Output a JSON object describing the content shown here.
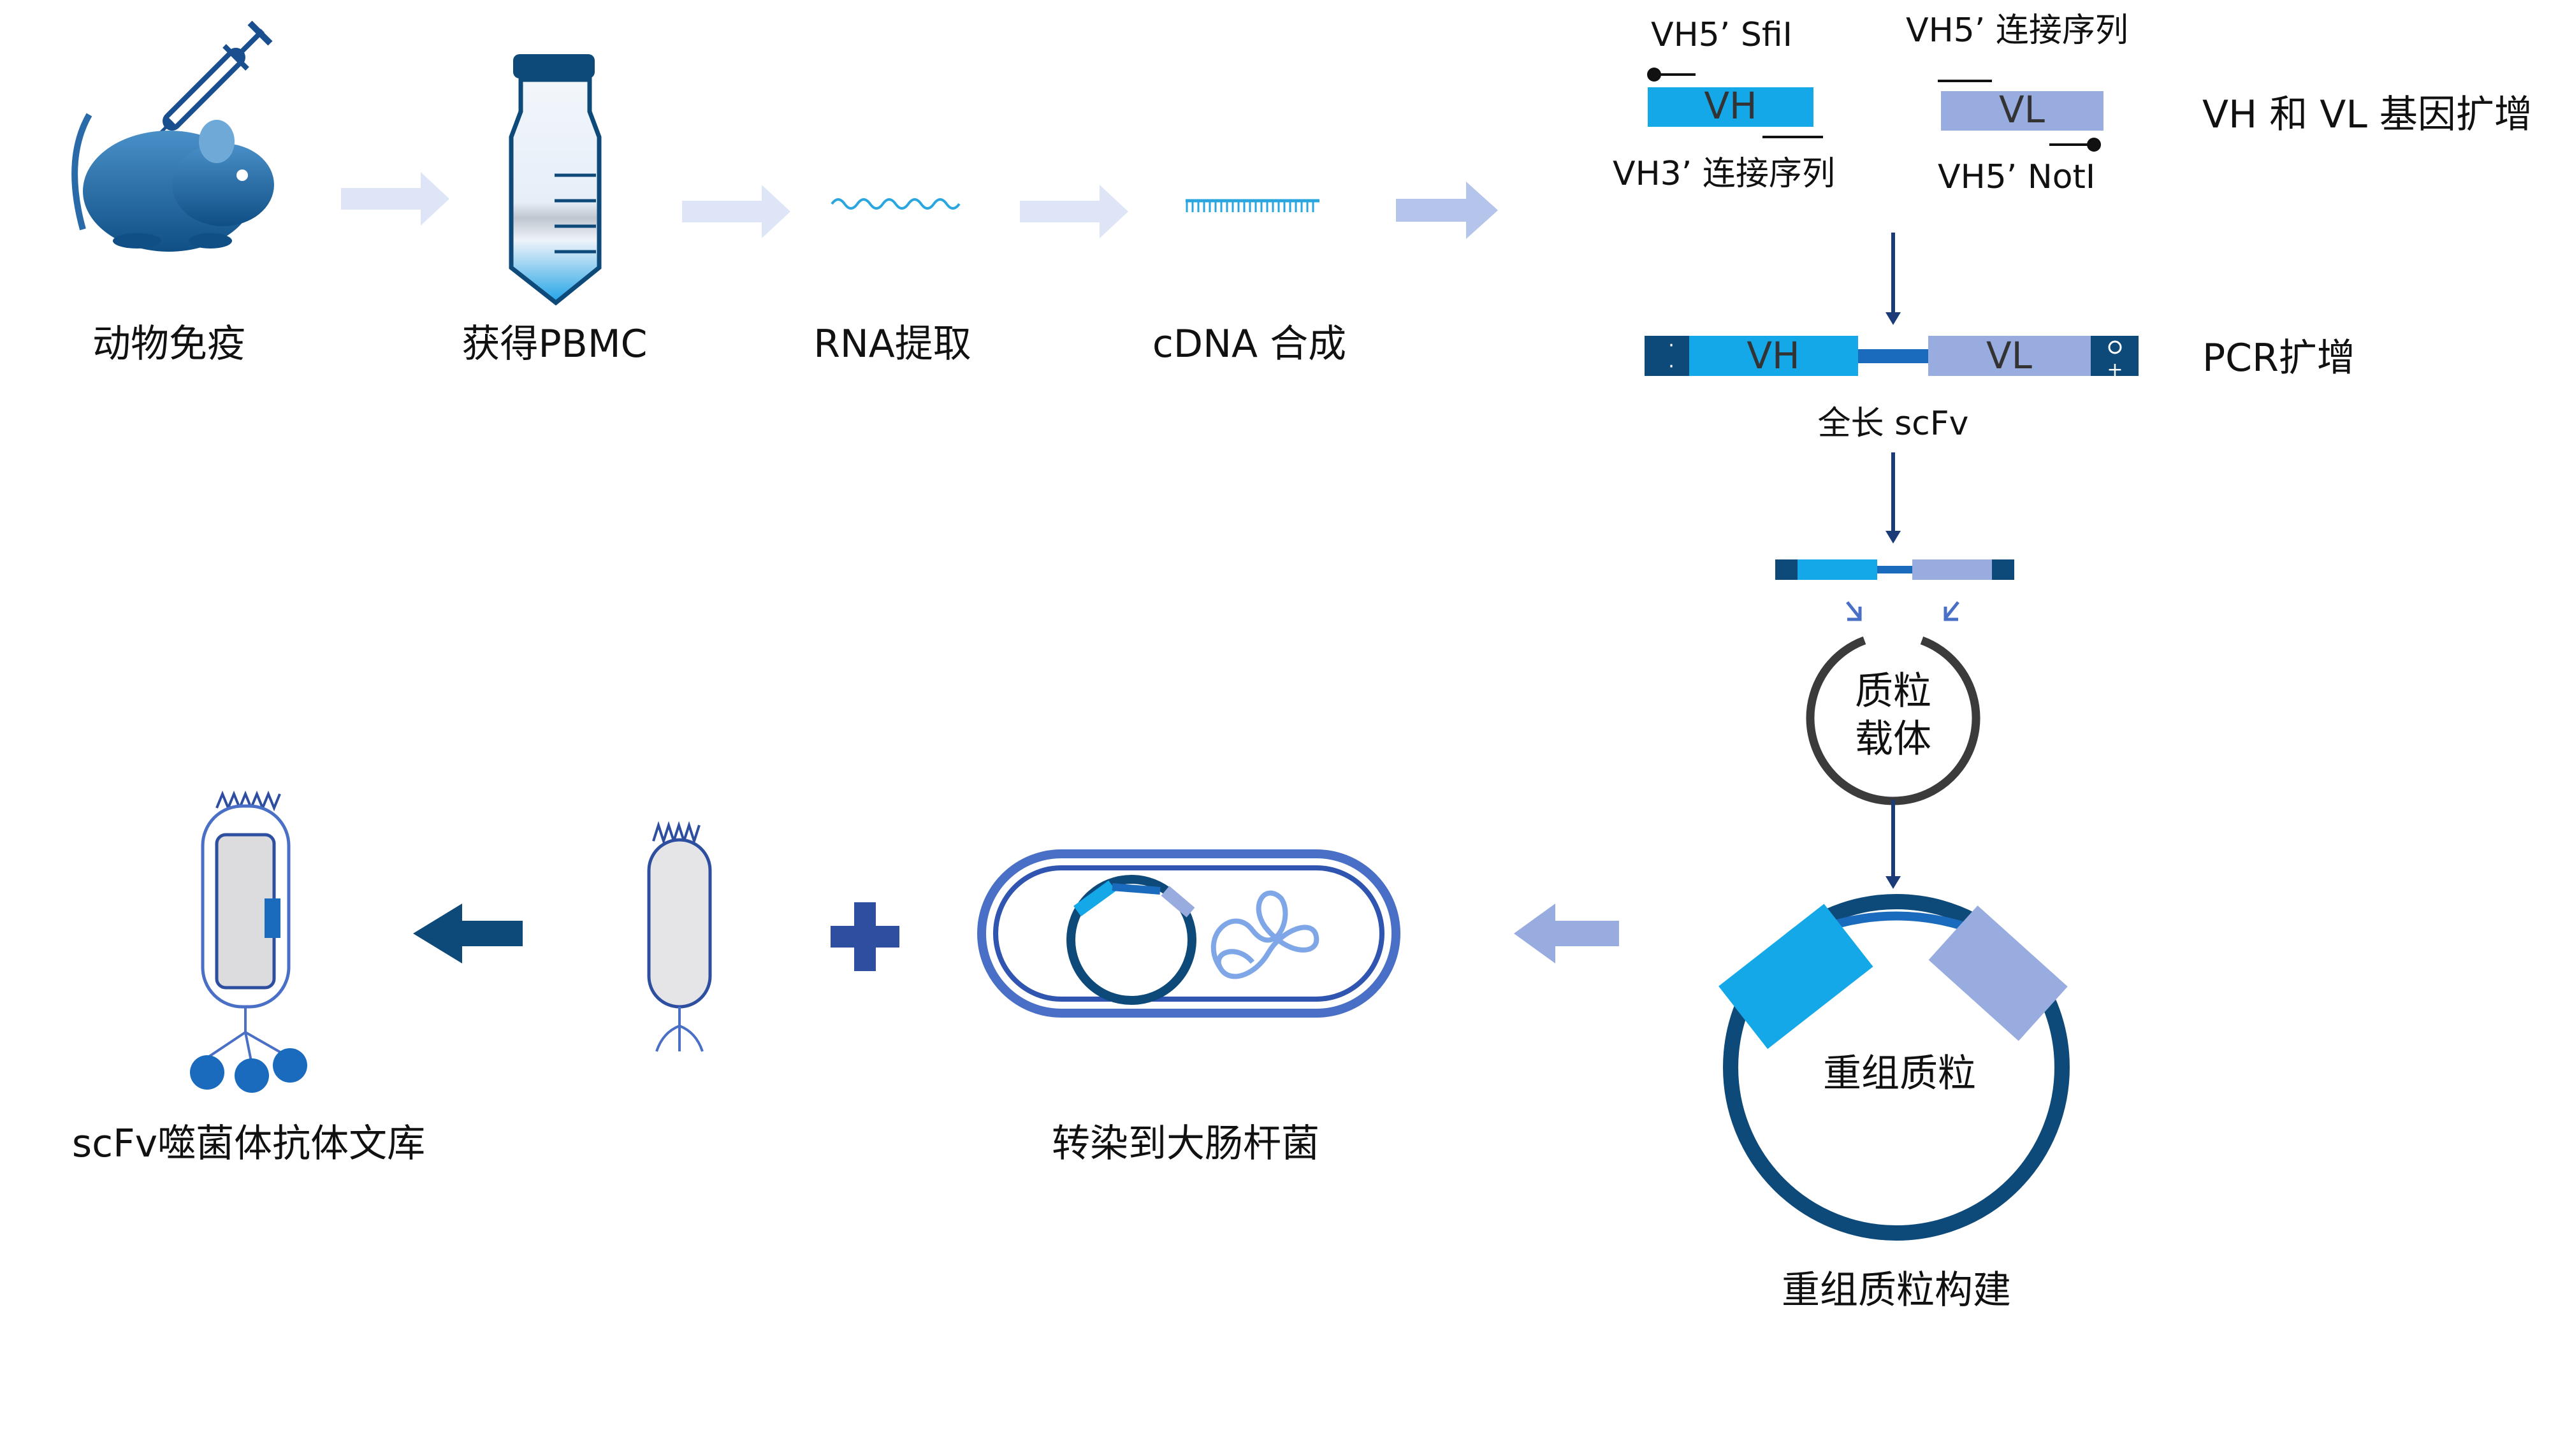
{
  "steps": {
    "immunize": "动物免疫",
    "pbmc": "获得PBMC",
    "rna": "RNA提取",
    "cdna": "cDNA 合成",
    "library": "scFv噬菌体抗体文库",
    "transform": "转染到大肠杆菌",
    "construct": "重组质粒构建"
  },
  "primers": {
    "vh5_sfi": "VH5’ SfiI",
    "vh3_linker": "VH3’ 连接序列",
    "vh5_linker": "VH5’ 连接序列",
    "vh5_not": "VH5’ NotI"
  },
  "segments": {
    "vh": "VH",
    "vl": "VL"
  },
  "side_labels": {
    "amplify": "VH 和 VL 基因扩增",
    "pcr": "PCR扩增"
  },
  "scfv": "全长 scFv",
  "vector": {
    "line1": "质粒",
    "line2": "载体"
  },
  "recombinant": "重组质粒",
  "colors": {
    "vh": "#14a8e8",
    "vl": "#99acdf",
    "dark": "#0d4a7a",
    "line": "#1a4f8f",
    "arrow_light": "#dde5f6",
    "arrow_mid": "#b4c4ea",
    "cell_border": "#4a6fc6"
  }
}
